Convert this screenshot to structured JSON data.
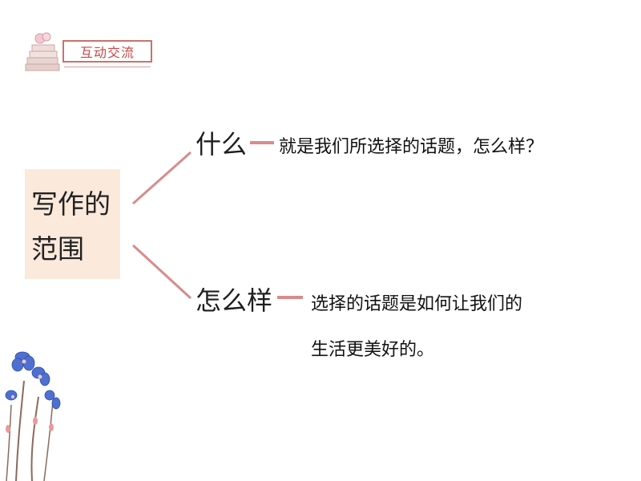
{
  "header": {
    "badge_text": "互动交流",
    "icon": "books-icon"
  },
  "topic": {
    "line1": "写作的",
    "line2": "范围"
  },
  "branches": [
    {
      "label": "什么",
      "description_lines": [
        "就是我们所选择的话题，怎么样？"
      ]
    },
    {
      "label": "怎么样",
      "description_lines": [
        "选择的话题是如何让我们的",
        "生活更美好的。"
      ]
    }
  ],
  "colors": {
    "connector": "#d98b8b",
    "topic_fill": "#fbe9dc",
    "badge_border": "#c9726f",
    "badge_text": "#c44a46",
    "flower_blue": "#4f6fd1"
  },
  "decoration": {
    "icon": "flower-icon"
  }
}
